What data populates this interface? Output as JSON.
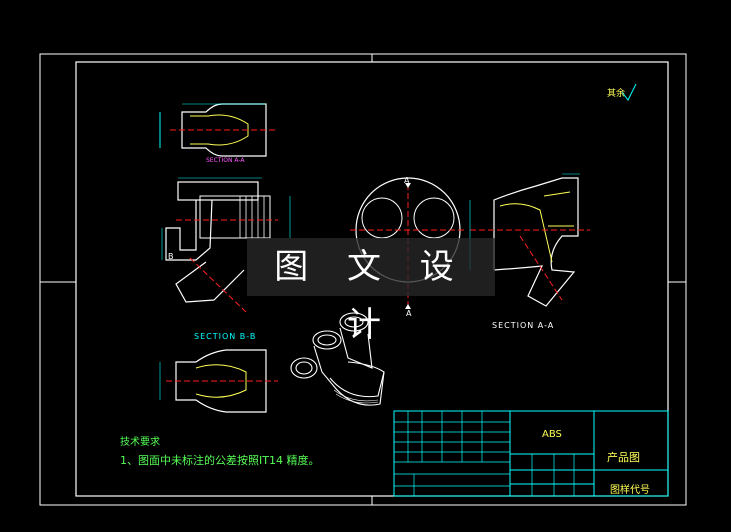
{
  "drawing": {
    "watermark": "图 文 设 计",
    "roughness_note": "其余",
    "section_bb_label": "SECTION B-B",
    "section_aa_label": "SECTION A-A",
    "section_a_small": "SECTION A-A",
    "marker_a_top": "A",
    "marker_a_bottom": "A",
    "marker_b": "B"
  },
  "notes": {
    "title": "技术要求",
    "line1": "1、图面中未标注的公差按照IT14 精度。"
  },
  "title_block": {
    "material": "ABS",
    "product_type": "产品图",
    "drawing_no_label": "图样代号"
  },
  "colors": {
    "frame": "#ffffff",
    "outline": "#ffffff",
    "dimension": "#00ffff",
    "centerline": "#ff2020",
    "hidden": "#ffff55",
    "notes": "#55ff55",
    "titleblock": "#00ffff"
  }
}
